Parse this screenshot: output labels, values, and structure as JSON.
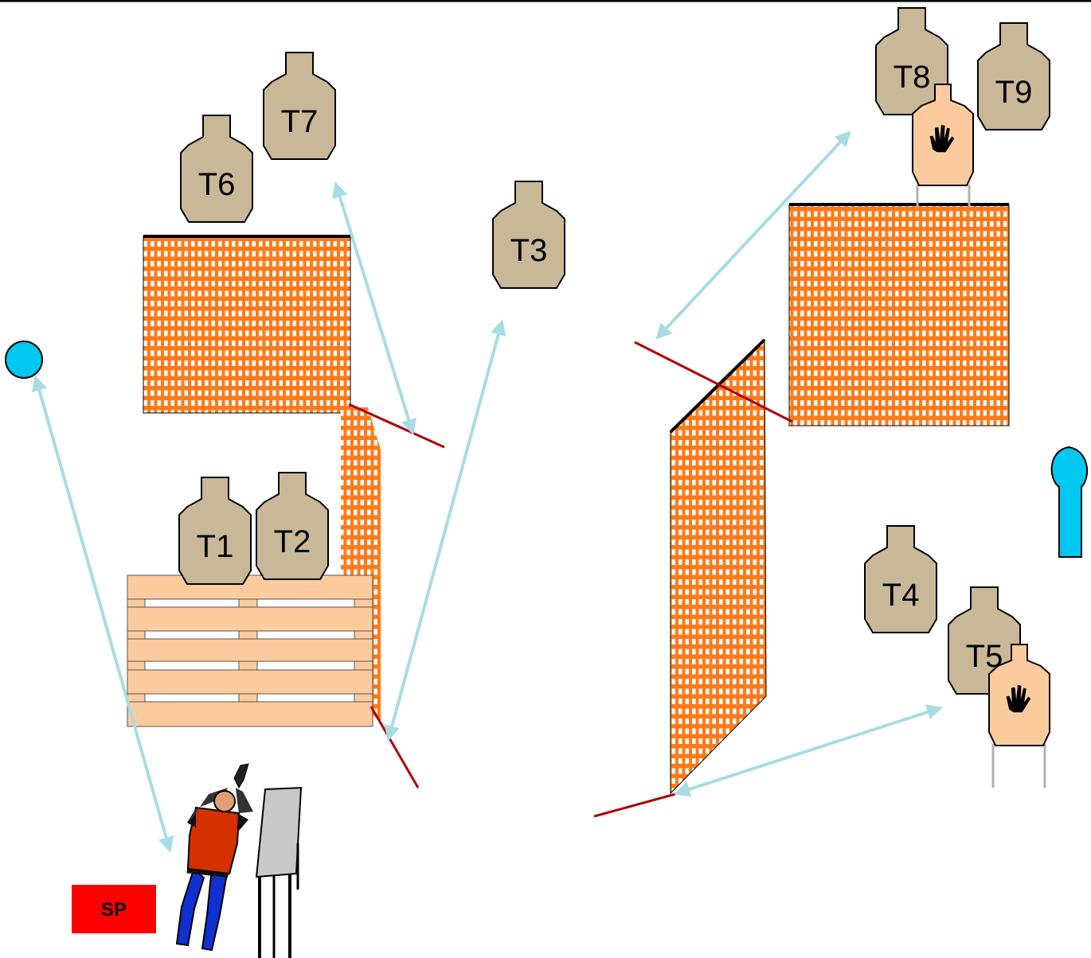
{
  "targets": {
    "t1": "T1",
    "t2": "T2",
    "t3": "T3",
    "t4": "T4",
    "t5": "T5",
    "t6": "T6",
    "t7": "T7",
    "t8": "T8",
    "t9": "T9"
  },
  "start_position": {
    "label": "SP"
  },
  "colors": {
    "target_fill": "#c8b898",
    "no_shoot_fill": "#fbcb9e",
    "wall_mesh": "#ff7a1a",
    "pallet": "#fbcb9e",
    "fault_line": "#b00000",
    "arrow": "#a8dce4",
    "popper": "#00c8f0",
    "start_box": "#ff0000"
  }
}
